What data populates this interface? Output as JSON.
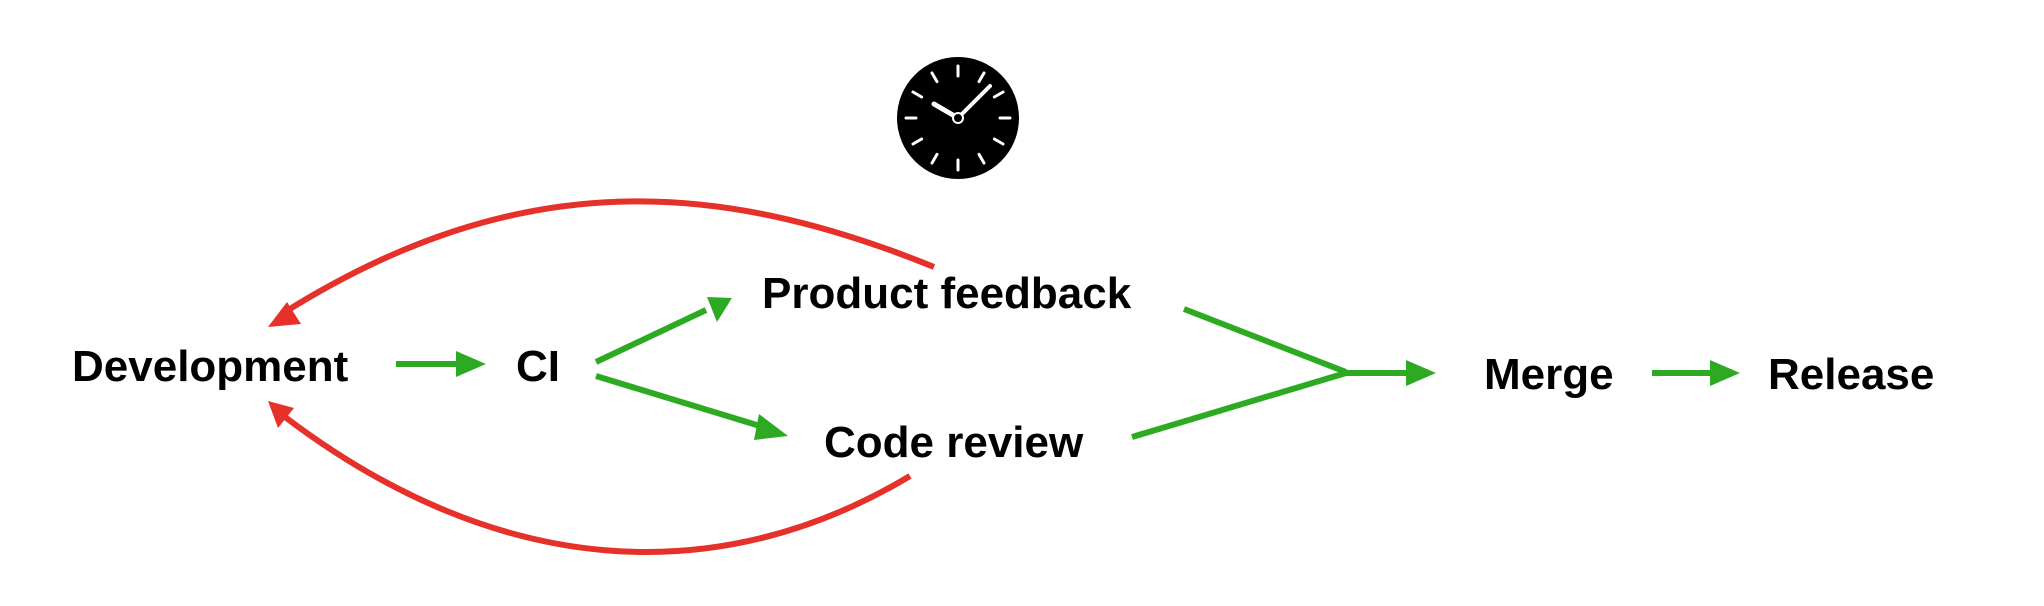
{
  "nodes": {
    "development": "Development",
    "ci": "CI",
    "product_feedback": "Product feedback",
    "code_review": "Code review",
    "merge": "Merge",
    "release": "Release"
  },
  "icons": {
    "clock": "clock-icon"
  },
  "colors": {
    "forward": "#2eaa22",
    "feedback": "#e6302a",
    "text": "#000000",
    "clock_face": "#000000",
    "clock_marks": "#ffffff"
  }
}
